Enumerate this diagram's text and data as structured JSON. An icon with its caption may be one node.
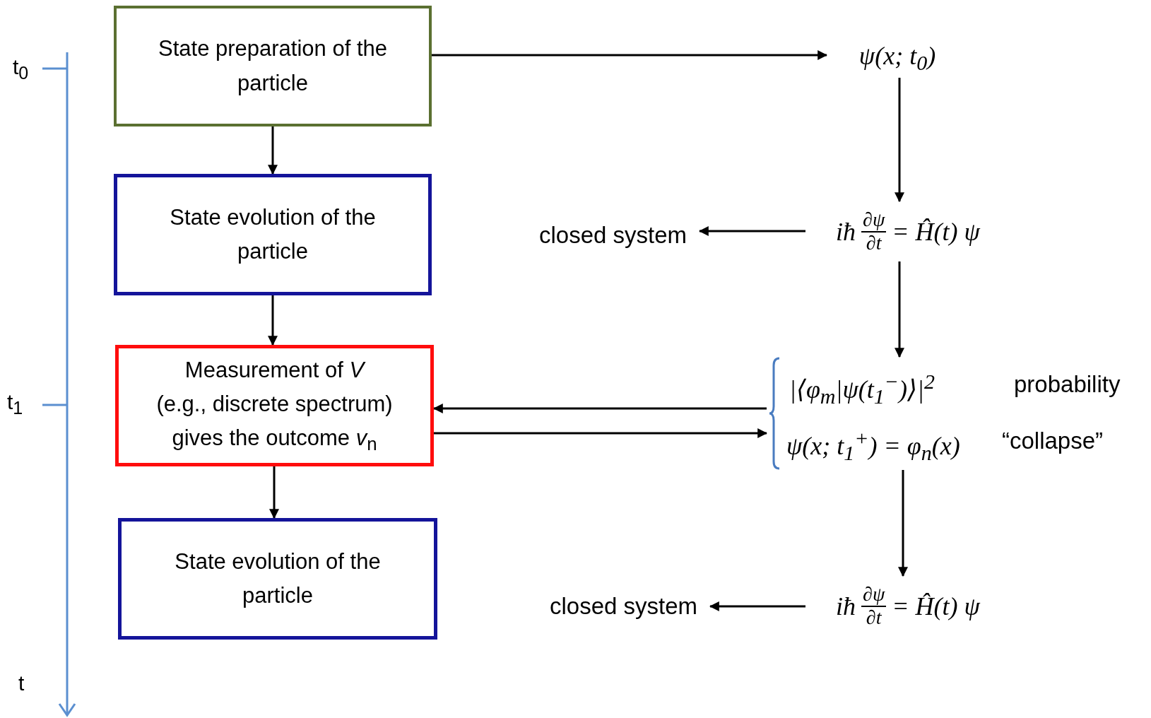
{
  "diagram": {
    "nodes": [
      {
        "text": [
          "State preparation of the particle"
        ]
      },
      {
        "text": [
          "State evolution of the particle"
        ]
      },
      {
        "text": [
          "Measurement of *V*",
          "(e.g., discrete spectrum)",
          "gives the outcome *v*$_{n}$"
        ]
      },
      {
        "text": [
          "State evolution of the particle"
        ]
      },
      {
        "text": [
          "ψ(x; t$_{0}$)"
        ]
      },
      {
        "text": [
          "iħ",
          "∂ψ",
          "∂t",
          "= Ĥ(t) ψ"
        ]
      },
      {
        "text": [
          "closed system"
        ]
      },
      {
        "text": [
          "|⟨φ$_{m}$|ψ(t$_{1}$$^{−}$)⟩|$^{2}$",
          "probability",
          "ψ(x; t$_{1}$$^{+}$) = φ$_{n}$(x)",
          "“collapse”"
        ]
      },
      {
        "text": [
          "iħ",
          "∂ψ",
          "∂t",
          "= Ĥ(t) ψ"
        ]
      },
      {
        "text": [
          "closed system"
        ]
      }
    ],
    "edges": [
      {
        "from": 0,
        "to": 1,
        "arrow": "to"
      },
      {
        "from": 1,
        "to": 2,
        "arrow": "to"
      },
      {
        "from": 2,
        "to": 3,
        "arrow": "to"
      },
      {
        "from": 4,
        "to": 5,
        "arrow": "to"
      },
      {
        "from": 5,
        "to": 7,
        "arrow": "to"
      },
      {
        "from": 7,
        "to": 8,
        "arrow": "to"
      },
      {
        "from": 0,
        "to": 4,
        "arrow": "to"
      },
      {
        "from": 5,
        "to": 6,
        "arrow": "to"
      },
      {
        "from": 7,
        "to": 2,
        "arrow": "to"
      },
      {
        "from": 2,
        "to": 7,
        "arrow": "to"
      },
      {
        "from": 8,
        "to": 9,
        "arrow": "to"
      }
    ],
    "labels": [
      "t$_{0}$",
      "t$_{1}$",
      "t"
    ]
  }
}
